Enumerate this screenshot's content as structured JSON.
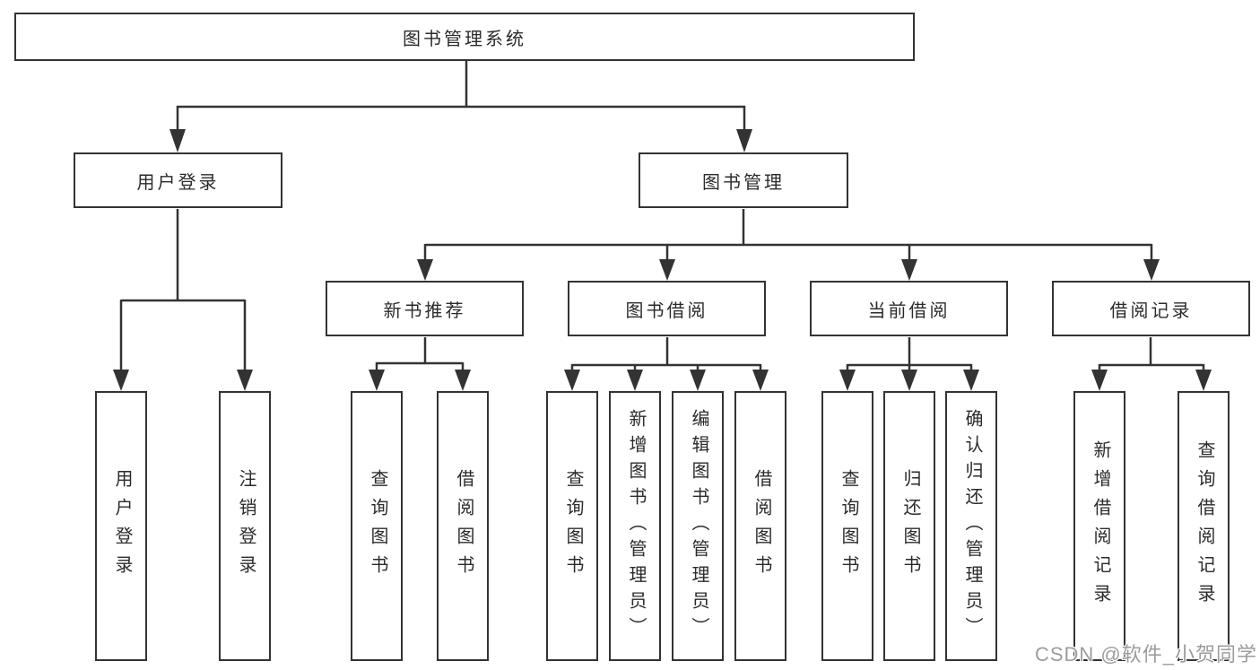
{
  "diagram": {
    "tree": {
      "root": {
        "label": "图书管理系统"
      },
      "branches": [
        {
          "label": "用户登录",
          "children": [
            {
              "label": "用户登录"
            },
            {
              "label": "注销登录"
            }
          ]
        },
        {
          "label": "图书管理",
          "children": [
            {
              "label": "新书推荐",
              "children": [
                {
                  "label": "查询图书"
                },
                {
                  "label": "借阅图书"
                }
              ]
            },
            {
              "label": "图书借阅",
              "children": [
                {
                  "label": "查询图书"
                },
                {
                  "label": "新增图书（管理员）"
                },
                {
                  "label": "编辑图书（管理员）"
                },
                {
                  "label": "借阅图书"
                }
              ]
            },
            {
              "label": "当前借阅",
              "children": [
                {
                  "label": "查询图书"
                },
                {
                  "label": "归还图书"
                },
                {
                  "label": "确认归还（管理员）"
                }
              ]
            },
            {
              "label": "借阅记录",
              "children": [
                {
                  "label": "新增借阅记录"
                },
                {
                  "label": "查询借阅记录"
                }
              ]
            }
          ]
        }
      ]
    },
    "colors": {
      "line": "#333333",
      "box_border": "#333333",
      "text": "#2b2b2b",
      "background": "#ffffff",
      "watermark": "#9c9c9c"
    },
    "watermark": "CSDN @软件_小贺同学"
  }
}
